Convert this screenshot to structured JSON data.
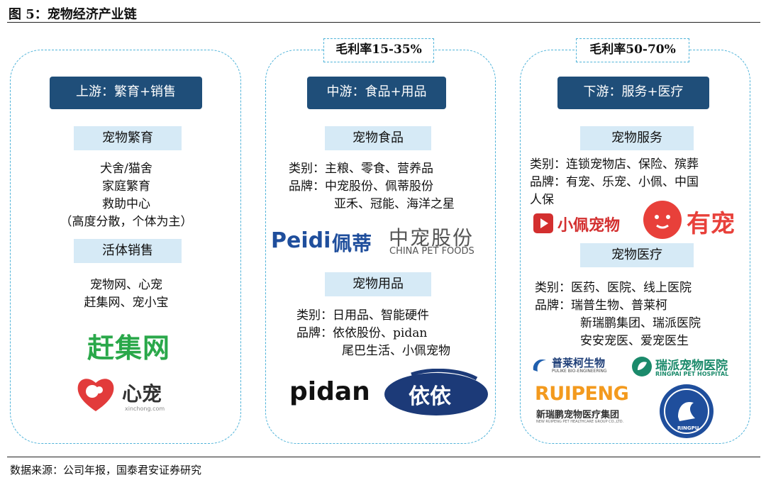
{
  "figure_title": "图 5：宠物经济产业链",
  "source": "数据来源：公司年报，国泰君安证券研究",
  "upstream": {
    "stage_label": "上游：繁育+销售",
    "breeding": {
      "title": "宠物繁育",
      "lines": [
        "犬舍/猫舍",
        "家庭繁育",
        "救助中心",
        "（高度分散，个体为主）"
      ]
    },
    "live_sales": {
      "title": "活体销售",
      "lines": [
        "宠物网、心宠",
        "赶集网、宠小宝"
      ]
    },
    "logos": {
      "ganji": "赶集网",
      "xinchong": "心宠",
      "xinchong_url": "xinchong.com"
    }
  },
  "midstream": {
    "margin": "毛利率15-35%",
    "stage_label": "中游：食品+用品",
    "food": {
      "title": "宠物食品",
      "lines": [
        "类别：主粮、零食、营养品",
        "品牌：中宠股份、佩蒂股份",
        "亚禾、冠能、海洋之星"
      ]
    },
    "supplies": {
      "title": "宠物用品",
      "lines": [
        "类别：日用品、智能硬件",
        "品牌：依依股份、pidan",
        "尾巴生活、小佩宠物"
      ]
    },
    "logos": {
      "peidi_en": "Peidi",
      "peidi_cn": "佩蒂",
      "zhongchong_cn": "中宠股份",
      "zhongchong_en": "CHINA PET FOODS",
      "pidan": "pidan",
      "yiyi": "依依"
    }
  },
  "downstream": {
    "margin": "毛利率50-70%",
    "stage_label": "下游：服务+医疗",
    "services": {
      "title": "宠物服务",
      "lines": [
        "类别：连锁宠物店、保险、殡葬",
        "品牌：有宠、乐宠、小佩、中国",
        "人保"
      ]
    },
    "medical": {
      "title": "宠物医疗",
      "lines": [
        "类别：医药、医院、线上医院",
        "品牌：瑞普生物、普莱柯",
        "新瑞鹏集团、瑞派医院",
        "安安宠医、爱宠医生"
      ]
    },
    "logos": {
      "xiaopei": "小佩宠物",
      "youchong": "有宠",
      "pulaike": "普莱柯生物",
      "pulaike_en": "PULIKE BIO-ENGINEERING",
      "ruipai": "瑞派宠物医院",
      "ruipai_en": "RINGPAI PET HOSPITAL",
      "ruipeng_en": "RUIPENG",
      "ruipeng_cn": "新瑞鹏宠物医疗集团",
      "ruipeng_sub": "NEW RUIPENG PET HEALTHCARE GROUP CO.,LTD.",
      "ringpu": "RINGPU"
    }
  },
  "colors": {
    "dashed_border": "#4fb3d9",
    "stage_fill": "#1f4e79",
    "sub_fill": "#d6eaf6",
    "ganji_green": "#2aa84a",
    "brand_red": "#e23b3b",
    "yiyi_navy": "#1c3a78"
  }
}
